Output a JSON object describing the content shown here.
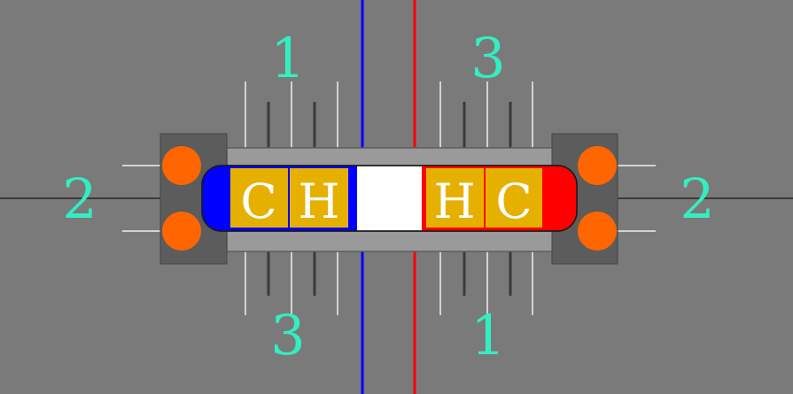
{
  "colors": {
    "background": "#7a7a7a",
    "left_accent": "#0000ff",
    "right_accent": "#ff0000",
    "tile_fill": "#e6b000",
    "tile_text": "#ffffff",
    "number": "#33eec0",
    "circle": "#ff6600",
    "block": "#5c5c5c",
    "frame": "#9a9a9a",
    "wire_light": "#f0f0f0",
    "wire_dark": "#3a3a3a"
  },
  "labels": {
    "top_left": "1",
    "top_right": "3",
    "left": "2",
    "right": "2",
    "bottom_left": "3",
    "bottom_right": "1"
  },
  "tiles": {
    "left_1": "C",
    "left_2": "H",
    "right_1": "H",
    "right_2": "C"
  }
}
